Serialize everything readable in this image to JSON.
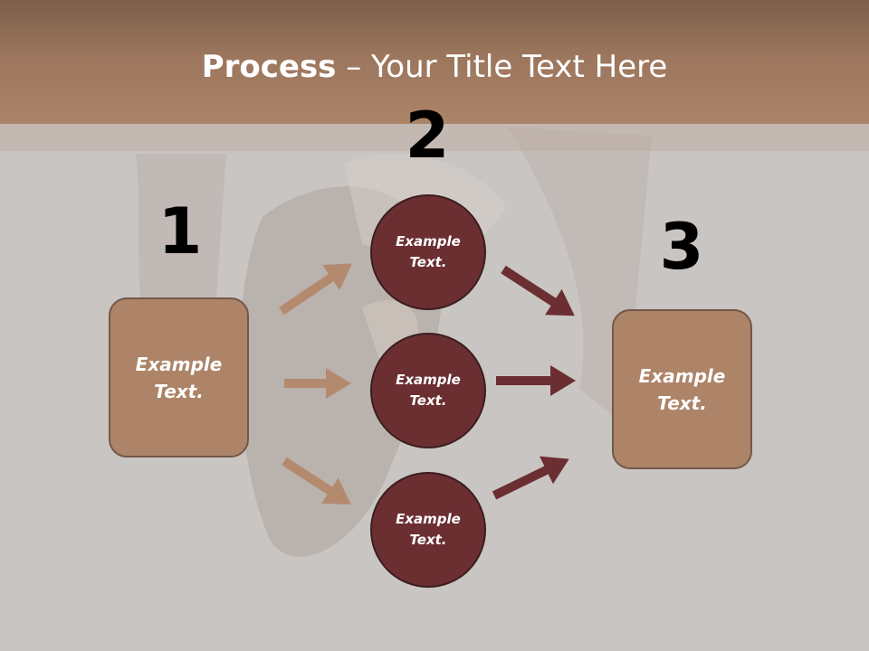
{
  "title": {
    "bold": "Process",
    "rest": " – Your Title Text Here"
  },
  "steps": {
    "one": "1",
    "two": "2",
    "three": "3"
  },
  "left_box": {
    "label": "Example\nText."
  },
  "right_box": {
    "label": "Example\nText."
  },
  "circles": [
    {
      "label": "Example\nText."
    },
    {
      "label": "Example\nText."
    },
    {
      "label": "Example\nText."
    }
  ],
  "colors": {
    "header": "#a47b60",
    "box_fill": "#ad8468",
    "circle_fill": "#6b2f32",
    "left_arrow": "#b48a6f",
    "right_arrow": "#6b2f32"
  }
}
